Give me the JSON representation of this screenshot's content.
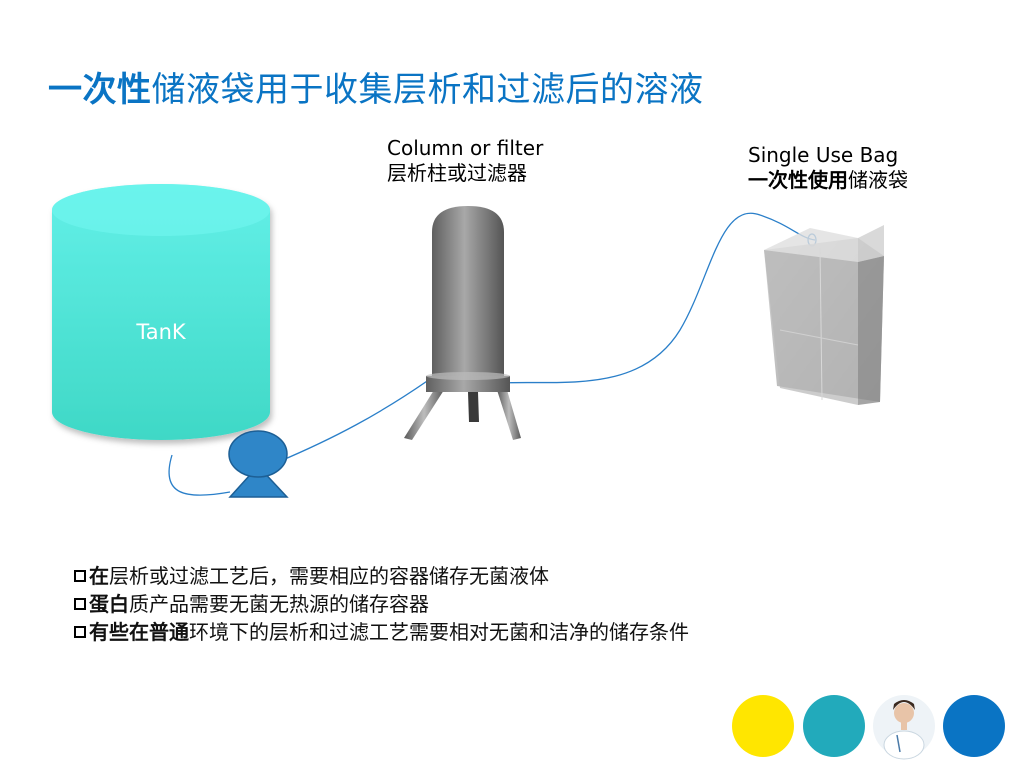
{
  "title": {
    "bold": "一次性",
    "rest": "储液袋用于收集层析和过滤后的溶液"
  },
  "column_label": {
    "en": "Column or filter",
    "zh": "层析柱或过滤器"
  },
  "bag_label": {
    "en": "Single Use Bag",
    "zh_bold": "一次性使用",
    "zh_rest": "储液袋"
  },
  "tank_label": "TanK",
  "bullets": [
    {
      "bold": "在",
      "rest": "层析或过滤工艺后，需要相应的容器储存无菌液体"
    },
    {
      "bold": "蛋白",
      "rest": "质产品需要无菌无热源的储存容器"
    },
    {
      "bold": "有些在普通",
      "rest": "环境下的层析和过滤工艺需要相对无菌和洁净的储存条件"
    }
  ],
  "colors": {
    "title": "#0a74c4",
    "tank": "#4fe6d6",
    "pump": "#2f86c8",
    "tube": "#2a7fc9",
    "circle_yellow": "#ffe600",
    "circle_teal": "#22aabb",
    "circle_blue": "#0a74c4"
  },
  "icons": [
    "tank-icon",
    "pump-icon",
    "column-icon",
    "single-use-bag-icon",
    "doctor-avatar-icon"
  ]
}
